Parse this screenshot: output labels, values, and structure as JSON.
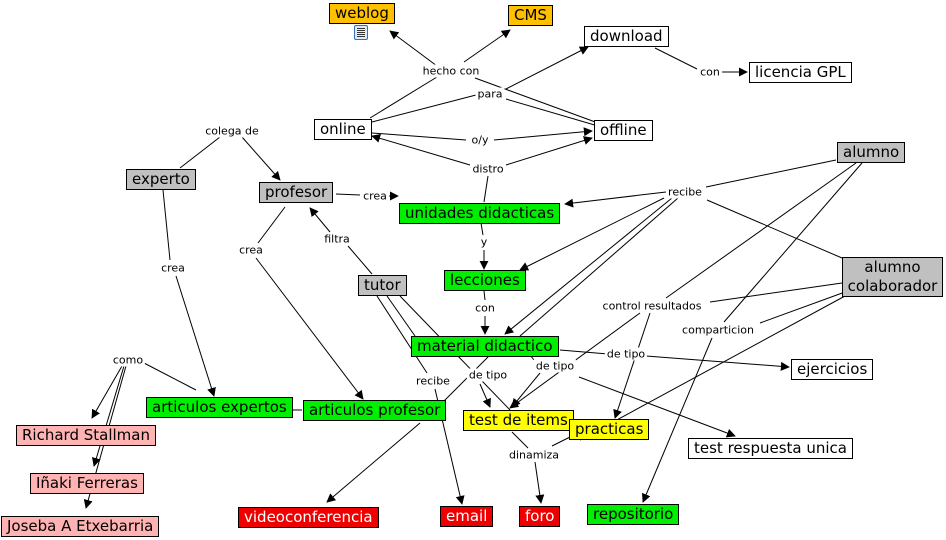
{
  "diagram": {
    "type": "concept-map",
    "nodes": [
      {
        "id": "weblog",
        "label": "weblog",
        "color": "#ffc000"
      },
      {
        "id": "cms",
        "label": "CMS",
        "color": "#ffc000"
      },
      {
        "id": "download",
        "label": "download",
        "color": "#ffffff"
      },
      {
        "id": "licencia",
        "label": "licencia GPL",
        "color": "#ffffff"
      },
      {
        "id": "online",
        "label": "online",
        "color": "#ffffff"
      },
      {
        "id": "offline",
        "label": "offline",
        "color": "#ffffff"
      },
      {
        "id": "experto",
        "label": "experto",
        "color": "#c0c0c0"
      },
      {
        "id": "profesor",
        "label": "profesor",
        "color": "#c0c0c0"
      },
      {
        "id": "unidades",
        "label": "unidades didacticas",
        "color": "#00ee00"
      },
      {
        "id": "alumno",
        "label": "alumno",
        "color": "#c0c0c0"
      },
      {
        "id": "alumno_colab",
        "label": "alumno colaborador",
        "color": "#c0c0c0"
      },
      {
        "id": "lecciones",
        "label": "lecciones",
        "color": "#00ee00"
      },
      {
        "id": "tutor",
        "label": "tutor",
        "color": "#c0c0c0"
      },
      {
        "id": "material",
        "label": "material didactico",
        "color": "#00ee00"
      },
      {
        "id": "ejercicios",
        "label": "ejercicios",
        "color": "#ffffff"
      },
      {
        "id": "art_expertos",
        "label": "articulos expertos",
        "color": "#00ee00"
      },
      {
        "id": "art_profesor",
        "label": "articulos profesor",
        "color": "#00ee00"
      },
      {
        "id": "test_items",
        "label": "test de items",
        "color": "#ffff00"
      },
      {
        "id": "practicas",
        "label": "practicas",
        "color": "#ffff00"
      },
      {
        "id": "test_unica",
        "label": "test respuesta unica",
        "color": "#ffffff"
      },
      {
        "id": "stallman",
        "label": "Richard Stallman",
        "color": "#ffb3b3"
      },
      {
        "id": "ferreras",
        "label": "Iñaki Ferreras",
        "color": "#ffb3b3"
      },
      {
        "id": "etxebarria",
        "label": "Joseba A Etxebarria",
        "color": "#ffb3b3"
      },
      {
        "id": "videoconf",
        "label": "videoconferencia",
        "color": "#ee0000"
      },
      {
        "id": "email",
        "label": "email",
        "color": "#ee0000"
      },
      {
        "id": "foro",
        "label": "foro",
        "color": "#ee0000"
      },
      {
        "id": "repositorio",
        "label": "repositorio",
        "color": "#00ee00"
      }
    ],
    "links": [
      {
        "id": "hecho_con",
        "label": "hecho con",
        "from": [
          "online",
          "offline"
        ],
        "to": [
          "weblog",
          "cms"
        ]
      },
      {
        "id": "para",
        "label": "para",
        "from": [
          "online",
          "offline"
        ],
        "to": [
          "download"
        ]
      },
      {
        "id": "con_gpl",
        "label": "con",
        "from": [
          "download"
        ],
        "to": [
          "licencia"
        ]
      },
      {
        "id": "oy",
        "label": "o/y",
        "from": [
          "online"
        ],
        "to": [
          "offline"
        ]
      },
      {
        "id": "distro",
        "label": "distro",
        "from": [
          "unidades"
        ],
        "to": [
          "online",
          "offline"
        ]
      },
      {
        "id": "colega_de",
        "label": "colega de",
        "from": [
          "experto"
        ],
        "to": [
          "profesor"
        ]
      },
      {
        "id": "crea_unidades",
        "label": "crea",
        "from": [
          "profesor"
        ],
        "to": [
          "unidades"
        ]
      },
      {
        "id": "recibe_alumno",
        "label": "recibe",
        "from": [
          "alumno",
          "alumno_colab"
        ],
        "to": [
          "unidades",
          "lecciones",
          "material"
        ]
      },
      {
        "id": "y",
        "label": "y",
        "from": [
          "unidades"
        ],
        "to": [
          "lecciones"
        ]
      },
      {
        "id": "crea_experto",
        "label": "crea",
        "from": [
          "experto"
        ],
        "to": [
          "art_expertos"
        ]
      },
      {
        "id": "crea_profesor",
        "label": "crea",
        "from": [
          "profesor"
        ],
        "to": [
          "art_profesor"
        ]
      },
      {
        "id": "filtra",
        "label": "filtra",
        "from": [
          "tutor"
        ],
        "to": [
          "profesor"
        ]
      },
      {
        "id": "con_material",
        "label": "con",
        "from": [
          "lecciones"
        ],
        "to": [
          "material"
        ]
      },
      {
        "id": "control_resultados",
        "label": "control resultados",
        "from": [
          "alumno",
          "alumno_colab"
        ],
        "to": [
          "test_items",
          "practicas"
        ]
      },
      {
        "id": "comparticion",
        "label": "comparticion",
        "from": [
          "alumno",
          "alumno_colab"
        ],
        "to": [
          "repositorio"
        ]
      },
      {
        "id": "de_tipo_ejercicios",
        "label": "de tipo",
        "from": [
          "material"
        ],
        "to": [
          "ejercicios"
        ]
      },
      {
        "id": "de_tipo_test",
        "label": "de tipo",
        "from": [
          "material"
        ],
        "to": [
          "test_items"
        ]
      },
      {
        "id": "de_tipo_2",
        "label": "de tipo",
        "from": [
          "material"
        ],
        "to": [
          "test_items",
          "test_unica"
        ]
      },
      {
        "id": "como",
        "label": "como",
        "from": [
          "art_expertos"
        ],
        "to": [
          "stallman",
          "ferreras",
          "etxebarria"
        ]
      },
      {
        "id": "recibe_tutor",
        "label": "recibe",
        "from": [
          "tutor"
        ],
        "to": [
          "email"
        ]
      },
      {
        "id": "dinamiza",
        "label": "dinamiza",
        "from": [
          "test_items",
          "practicas"
        ],
        "to": [
          "foro"
        ]
      }
    ]
  }
}
